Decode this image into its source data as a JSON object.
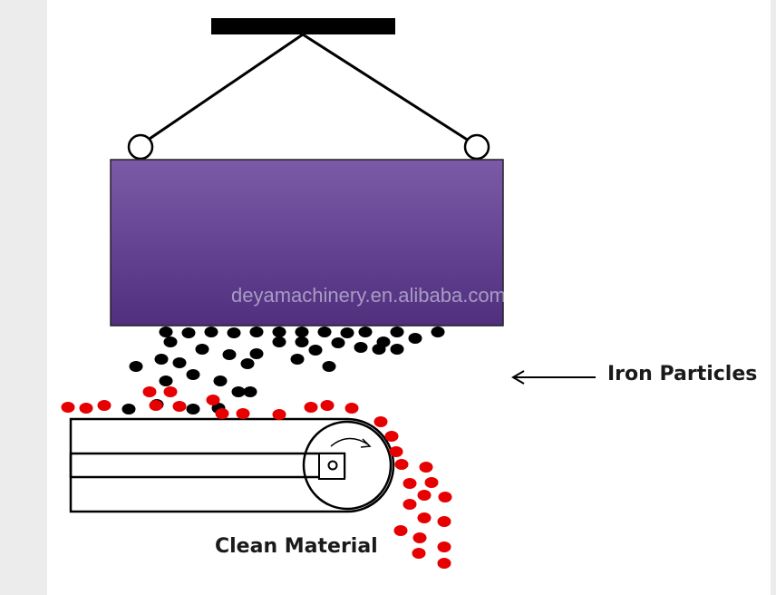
{
  "labels": {
    "iron_particles": "Iron Particles",
    "clean_material": "Clean Material",
    "watermark": "deyamachinery.en.alibaba.com"
  },
  "colors": {
    "magnet_top": "#7b5aa8",
    "magnet_bottom": "#4f2f7e",
    "iron_particle": "#000000",
    "clean_particle": "#e60000",
    "outline": "#000000"
  },
  "icons": {
    "rotation": "curved-arrow-icon",
    "pointer": "left-arrow-icon"
  }
}
